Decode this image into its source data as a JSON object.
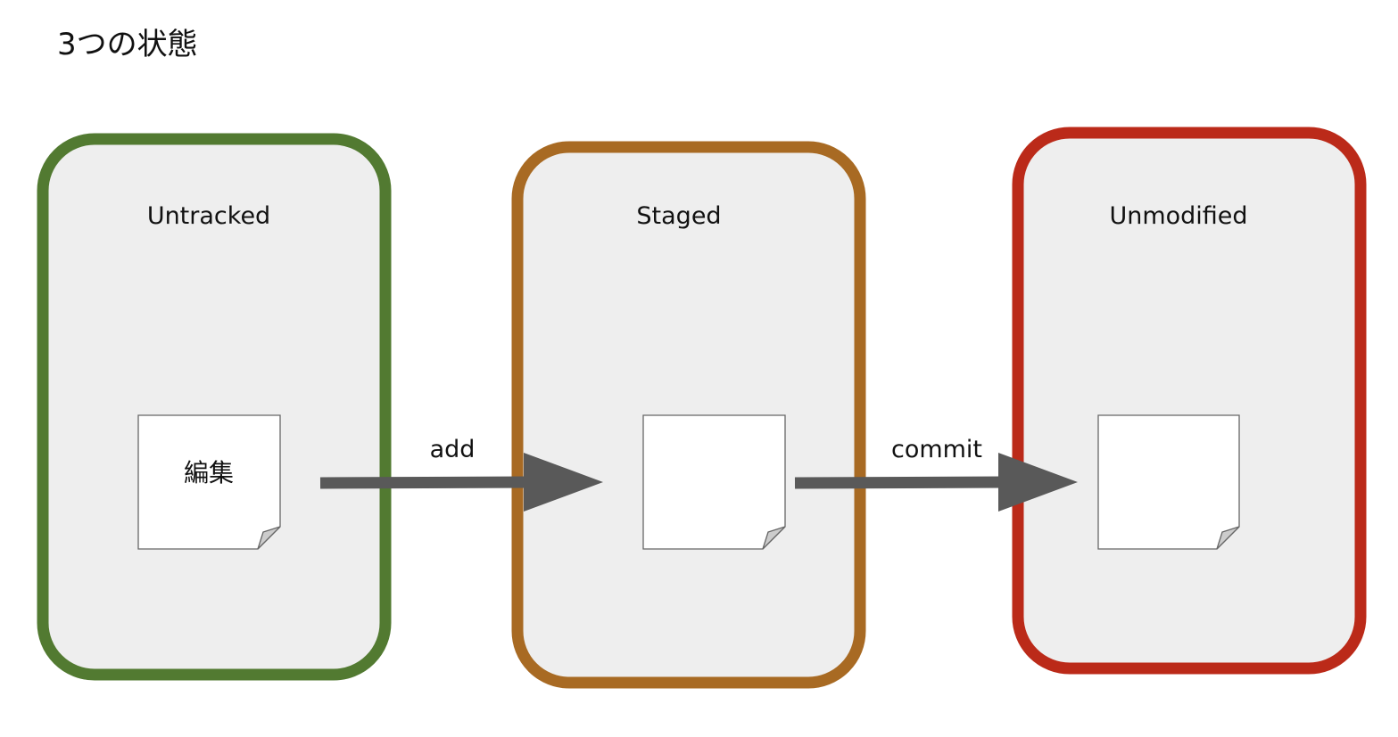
{
  "title": "3つの状態",
  "colors": {
    "untracked_border": "#527a31",
    "staged_border": "#a86a23",
    "unmodified_border": "#bb2a19",
    "box_fill": "#eeeeee",
    "arrow": "#595959",
    "note_fill": "#ffffff",
    "note_border": "#666666",
    "note_fold": "#cccccc"
  },
  "states": [
    {
      "label": "Untracked",
      "file_label": "編集"
    },
    {
      "label": "Staged",
      "file_label": ""
    },
    {
      "label": "Unmodified",
      "file_label": ""
    }
  ],
  "transitions": [
    {
      "label": "add",
      "from": "Untracked",
      "to": "Staged"
    },
    {
      "label": "commit",
      "from": "Staged",
      "to": "Unmodified"
    }
  ],
  "icons": {
    "file": "note-file-icon",
    "arrow": "arrow-right-icon"
  }
}
